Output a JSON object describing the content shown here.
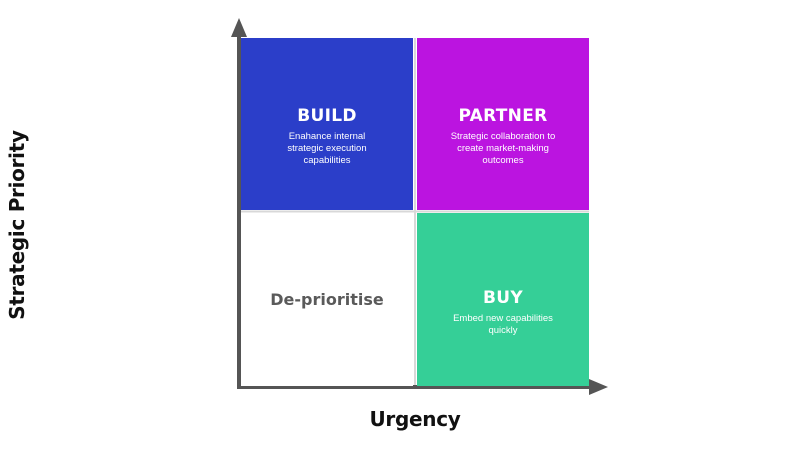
{
  "quadrants": {
    "build": {
      "title": "BUILD",
      "desc": "Enahance internal strategic execution capabilities",
      "color": "#2b3ec9"
    },
    "partner": {
      "title": "PARTNER",
      "desc": "Strategic collaboration to create market-making outcomes",
      "color": "#bb14e0"
    },
    "deprioritise": {
      "title": "De-prioritise",
      "color": "#ffffff"
    },
    "buy": {
      "title": "BUY",
      "desc": "Embed new capabilities quickly",
      "color": "#35cf97"
    }
  },
  "axes": {
    "x_label": "Urgency",
    "y_label": "Strategic Priority",
    "color": "#555555"
  }
}
